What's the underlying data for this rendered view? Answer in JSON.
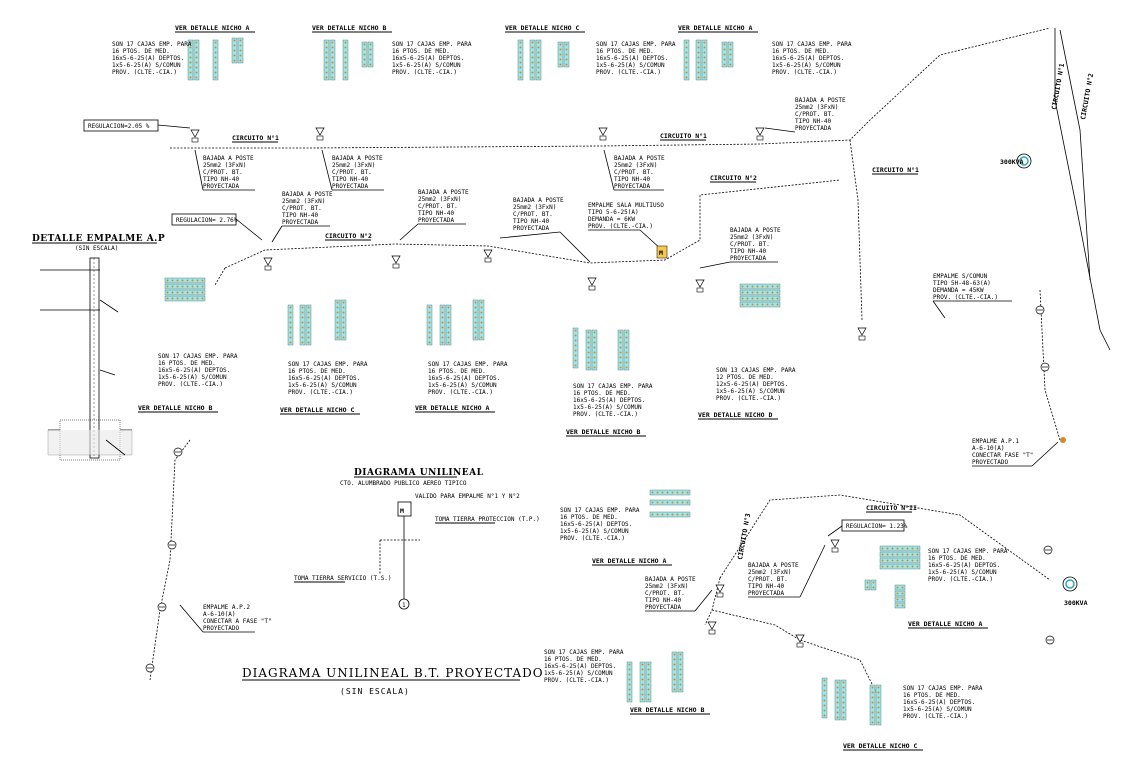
{
  "title": {
    "main": "DIAGRAMA UNILINEAL B.T. PROYECTADO",
    "sub": "(SIN ESCALA)"
  },
  "diagrama_unilineal": {
    "title": "DIAGRAMA UNILINEAL",
    "sub": "CTO. ALUMBRADO PUBLICO AEREO TIPICO",
    "notes": [
      "VALIDO PARA EMPALME N°1 Y N°2",
      "TOMA TIERRA PROTECCION (T.P.)",
      "TOMA TIERRA SERVICIO (T.S.)"
    ]
  },
  "detalle_empalme": {
    "title": "DETALLE EMPALME A.P",
    "sub": "(SIN ESCALA)"
  },
  "niche_headers": {
    "a": "VER DETALLE NICHO A",
    "b": "VER DETALLE NICHO B",
    "c": "VER DETALLE NICHO C",
    "d": "VER DETALLE NICHO D"
  },
  "circuits": {
    "c1": "CIRCUITO N°1",
    "c2": "CIRCUITO N°2",
    "c3": "CIRCUITO N°3",
    "cii": "CIRCUITO N°II"
  },
  "regulacion": {
    "r1": "REGULACION=2.05 %",
    "r2": "REGULACION= 2.76%",
    "r3": "REGULACION= 1.23%"
  },
  "note_17": {
    "l1": "SON 17 CAJAS EMP. PARA",
    "l2": "16 PTOS. DE MED.",
    "l3": "16x5-6-25(A) DEPTOS.",
    "l4": "1x5-6-25(A) S/COMUN",
    "l5": "PROV. (CLTE.-CIA.)"
  },
  "note_13": {
    "l1": "SON 13 CAJAS EMP. PARA",
    "l2": "12 PTOS. DE MED.",
    "l3": "12x5-6-25(A) DEPTOS.",
    "l4": "1x5-6-25(A) S/COMUN",
    "l5": "PROV. (CLTE.-CIA.)"
  },
  "bajada": {
    "l1": "BAJADA A POSTE",
    "l2": "25mm2 (3FxN)",
    "l3": "C/PROT. BT.",
    "l4": "TIPO NH-40",
    "l5": "PROYECTADA"
  },
  "empalme_sala": {
    "l1": "EMPALME SALA MULTIUSO",
    "l2": "TIPO 5-6-25(A)",
    "l3": "DEMANDA = 6KW",
    "l4": "PROV. (CLTE.-CIA.)"
  },
  "empalme_comun": {
    "l1": "EMPALME S/COMUN",
    "l2": "TIPO 5H-48-63(A)",
    "l3": "DEMANDA = 45KW",
    "l4": "PROV. (CLTE.-CIA.)"
  },
  "empalme_ap1": {
    "l1": "EMPALME A.P.1",
    "l2": "A-6-10(A)",
    "l3": "CONECTAR FASE \"T\"",
    "l4": "PROYECTADO"
  },
  "empalme_ap2": {
    "l1": "EMPALME A.P.2",
    "l2": "A-6-10(A)",
    "l3": "CONECTAR A FASE \"T\"",
    "l4": "PROYECTADO"
  },
  "transformer": {
    "kva_a": "300KVA",
    "kva_b": "300KVA"
  }
}
